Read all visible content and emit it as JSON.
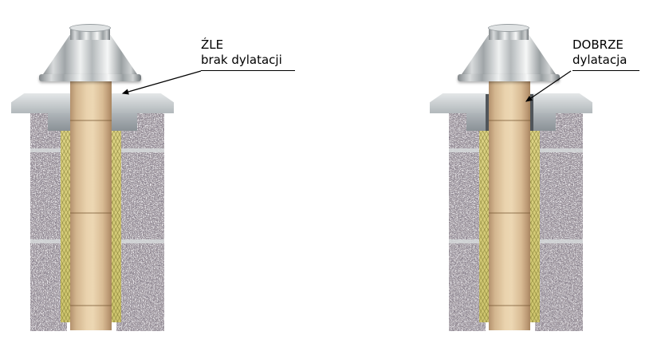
{
  "labels": {
    "left": {
      "title": "ŹLE",
      "subtitle": "brak dylatacji"
    },
    "right": {
      "title": "DOBRZE",
      "subtitle": "dylatacja"
    }
  },
  "colors": {
    "concrete_block": "#a29aa1",
    "insulation_wool": "#d9d07e",
    "ceramic_pipe": "#e3cba6",
    "stainless_steel": "#c9ccce",
    "cap_plate": "#c6cbce",
    "expansion_gap": "#50555a",
    "annotation": "#000000"
  }
}
